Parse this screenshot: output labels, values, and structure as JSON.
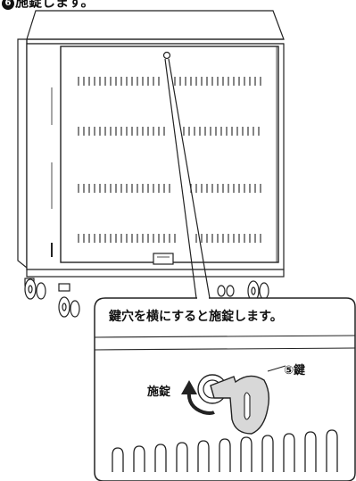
{
  "step": {
    "number": "6",
    "title": "施錠します。"
  },
  "callout": {
    "instruction": "鍵穴を横にすると施錠します。",
    "lock_label": "施錠",
    "key_label": "⑤鍵"
  }
}
